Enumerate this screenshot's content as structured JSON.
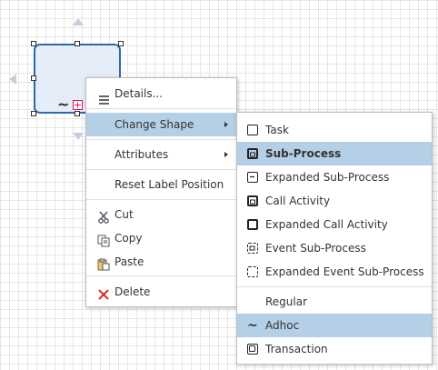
{
  "context_menu": {
    "items": [
      {
        "label": "Details...",
        "icon": "list-icon"
      },
      {
        "label": "Change Shape",
        "icon": "",
        "submenu": true
      },
      {
        "label": "Attributes",
        "icon": "",
        "submenu": true
      },
      {
        "label": "Reset Label Position",
        "icon": ""
      },
      {
        "label": "Cut",
        "icon": "scissors-icon"
      },
      {
        "label": "Copy",
        "icon": "copy-icon"
      },
      {
        "label": "Paste",
        "icon": "paste-icon"
      },
      {
        "label": "Delete",
        "icon": "delete-x-icon"
      }
    ]
  },
  "shape_submenu": {
    "items": [
      {
        "label": "Task",
        "icon": "task-icon"
      },
      {
        "label": "Sub-Process",
        "icon": "sub-process-icon",
        "selected": true
      },
      {
        "label": "Expanded Sub-Process",
        "icon": "expanded-sub-process-icon"
      },
      {
        "label": "Call Activity",
        "icon": "call-activity-icon"
      },
      {
        "label": "Expanded Call Activity",
        "icon": "expanded-call-activity-icon"
      },
      {
        "label": "Event Sub-Process",
        "icon": "event-sub-process-icon"
      },
      {
        "label": "Expanded Event Sub-Process",
        "icon": "expanded-event-sub-process-icon"
      },
      {
        "label": "Regular",
        "icon": ""
      },
      {
        "label": "Adhoc",
        "icon": "adhoc-tilde-icon",
        "selected": true
      },
      {
        "label": "Transaction",
        "icon": "transaction-icon"
      }
    ]
  },
  "colors": {
    "highlight": "#b5cfe6",
    "shape_border": "#2f6aa7",
    "shape_fill": "#e4edf8",
    "delete_red": "#d9342b"
  }
}
